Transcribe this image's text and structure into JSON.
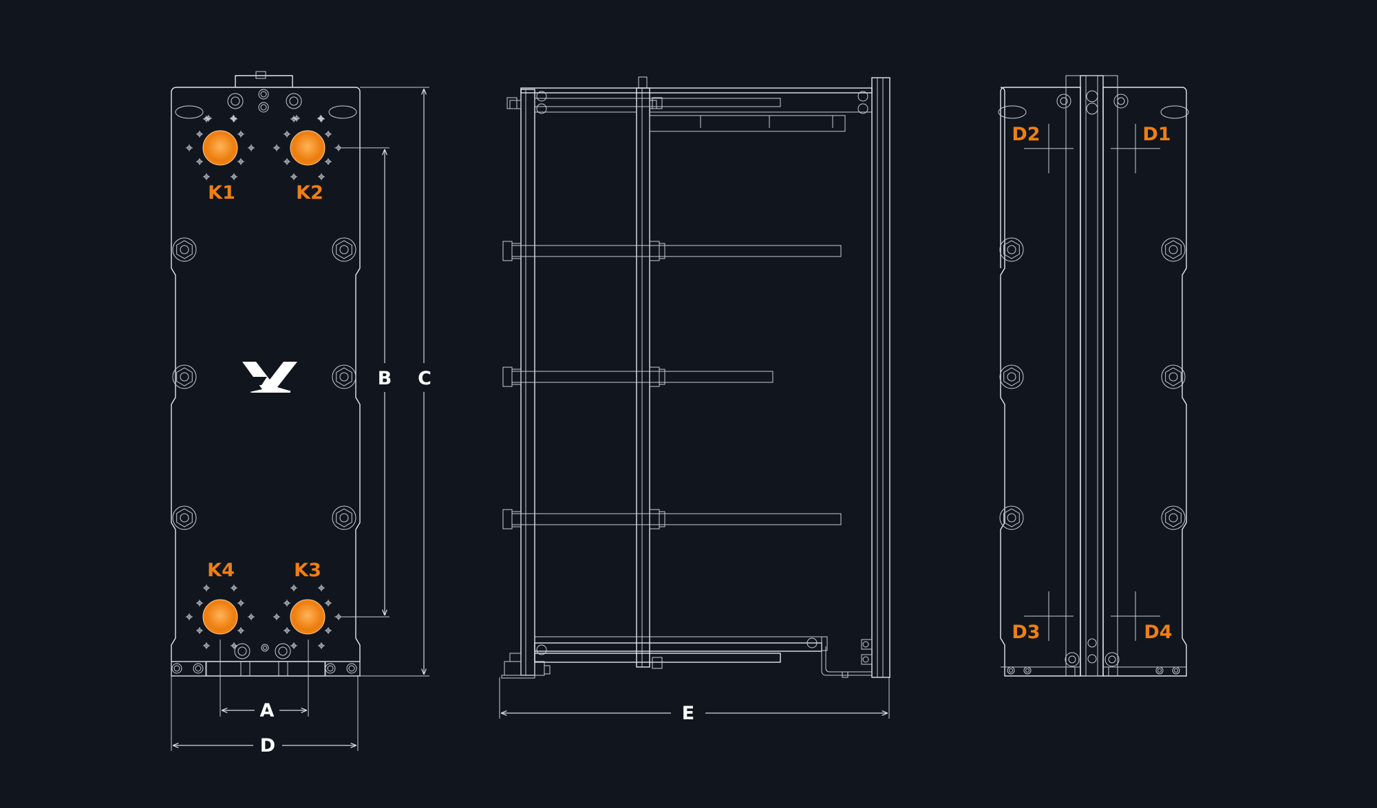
{
  "colors": {
    "background": "#11161e",
    "line": "#e4e7ec",
    "accent": "#f07f12",
    "accent_light": "#ffae52"
  },
  "ports": [
    "K1",
    "K2",
    "K3",
    "K4"
  ],
  "dimensions": [
    "A",
    "B",
    "C",
    "D",
    "E"
  ],
  "side_labels": [
    "D1",
    "D2",
    "D3",
    "D4"
  ],
  "logo_icon": "x-logo-icon"
}
